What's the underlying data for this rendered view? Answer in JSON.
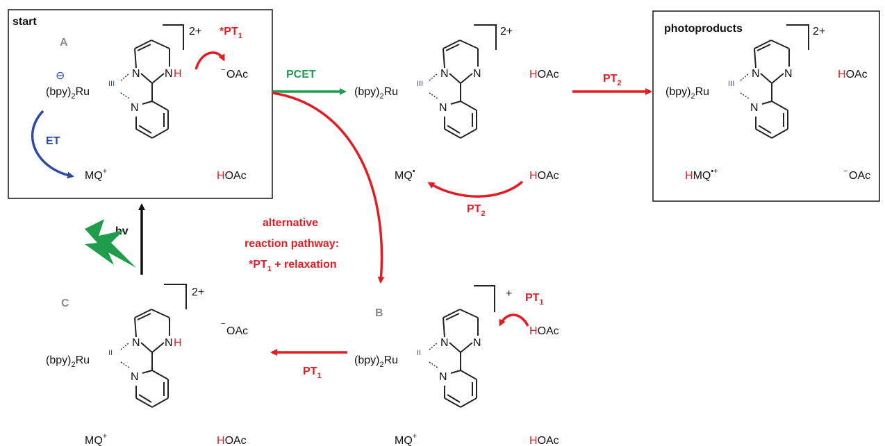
{
  "colors": {
    "black": "#111111",
    "red": "#e31b23",
    "green": "#1f9d4a",
    "blue": "#2c4aa8",
    "grey": "#8a8a8a"
  },
  "boxes": {
    "start_title": "start",
    "photoproducts_title": "photoproducts"
  },
  "complex_letters": {
    "A": "A",
    "B": "B",
    "C": "C"
  },
  "chem": {
    "bpy": "(bpy)",
    "sub2": "2",
    "ru": "Ru",
    "ox3": "III",
    "ox2": "II",
    "N": "N",
    "H": "H",
    "charge2": "2+",
    "charge1": "+",
    "minus": "−",
    "OAc": "OAc",
    "HOAc_H": "H",
    "HOAc_rest": "OAc",
    "MQ": "MQ",
    "MQ_plus": "+",
    "MQ_radical": "•",
    "HMQ_H": "H",
    "HMQ_rest": "MQ",
    "HMQ_sup": "•+",
    "ominus": "⊖"
  },
  "arrows": {
    "PCET": "PCET",
    "PT": "PT",
    "sub1": "1",
    "sub2": "2",
    "star": "*",
    "ET": "ET",
    "hv": "hv"
  },
  "alternative": {
    "line1": "alternative",
    "line2": "reaction pathway:",
    "line3_star": "*",
    "line3_pt": "PT",
    "line3_sub": "1",
    "line3_rest": " + relaxation"
  }
}
